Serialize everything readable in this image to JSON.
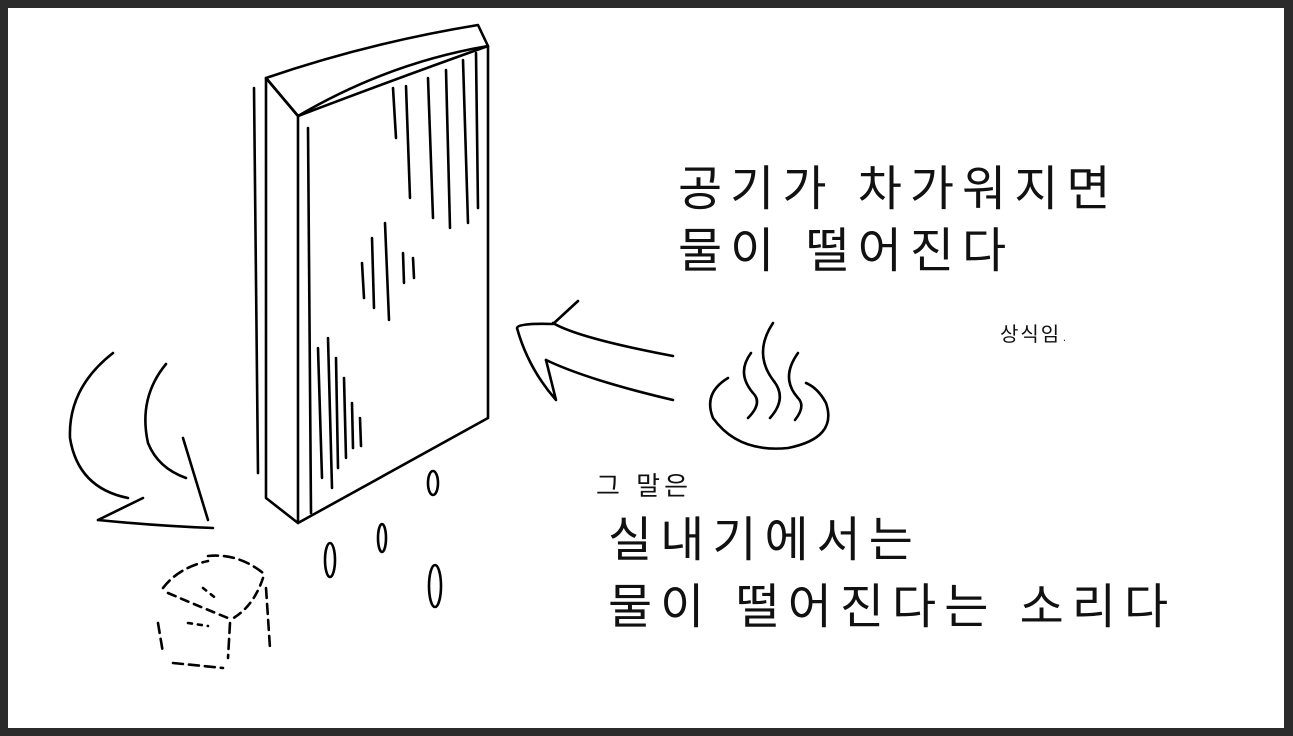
{
  "captions": {
    "top_line_1": "공기가 차가워지면",
    "top_line_2": "물이 떨어진다",
    "note": "상식임.",
    "bottom_intro": "그 말은",
    "bottom_line_1": "실내기에서는",
    "bottom_line_2": "물이 떨어진다는 소리다"
  },
  "icons": {
    "unit": "indoor-unit-sketch",
    "steam": "hot-steam-icon",
    "ice": "ice-cube-sketch"
  },
  "colors": {
    "background": "#ffffff",
    "ink": "#000000",
    "frame": "#2b2b2b"
  }
}
